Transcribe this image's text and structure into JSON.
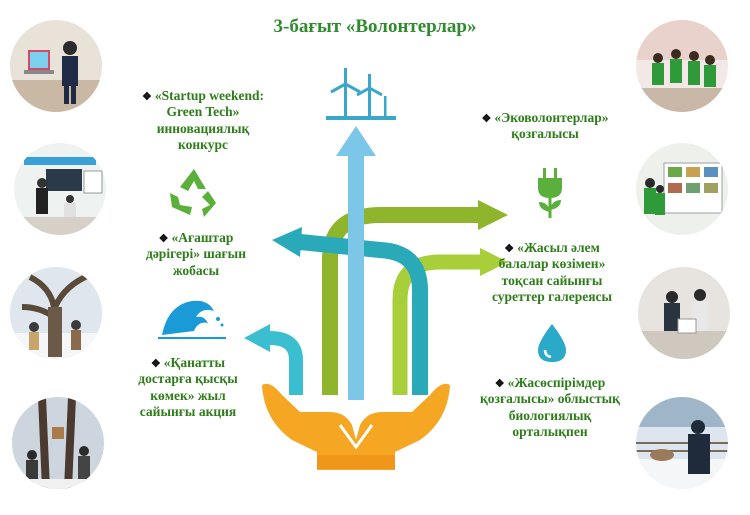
{
  "title": "3-бағыт «Волонтерлар»",
  "bullet": "❖",
  "left_items": [
    {
      "lines": [
        "«Startup weekend:",
        "Green Tech»",
        "инновациялық",
        "конкурс"
      ]
    },
    {
      "lines": [
        "«Ағаштар",
        "дәрігері» шағын",
        "жобасы"
      ]
    },
    {
      "lines": [
        "«Қанатты",
        "достарға қысқы",
        "көмек» жыл",
        "сайынғы акция"
      ]
    }
  ],
  "right_items": [
    {
      "lines": [
        "«Эковолонтерлар»",
        "қозғалысы"
      ]
    },
    {
      "lines": [
        "«Жасыл әлем",
        "балалар көзімен»",
        "тоқсан сайынғы",
        "суреттер галереясы"
      ]
    },
    {
      "lines": [
        "«Жасөспірімдер",
        "қозғалысы» облыстық",
        "биологиялық",
        "орталықпен"
      ]
    }
  ],
  "icons": [
    "wind-turbines-icon",
    "recycle-icon",
    "water-wave-icon",
    "eco-plug-icon",
    "water-drop-icon"
  ],
  "colors": {
    "title": "#2e8b2e",
    "text": "#2e7d1a",
    "light_blue": "#7cc7e8",
    "teal": "#2aa9b9",
    "olive": "#8fb52c",
    "lime": "#a8cf3a",
    "green": "#6cab2e",
    "hands": "#f5a623"
  }
}
